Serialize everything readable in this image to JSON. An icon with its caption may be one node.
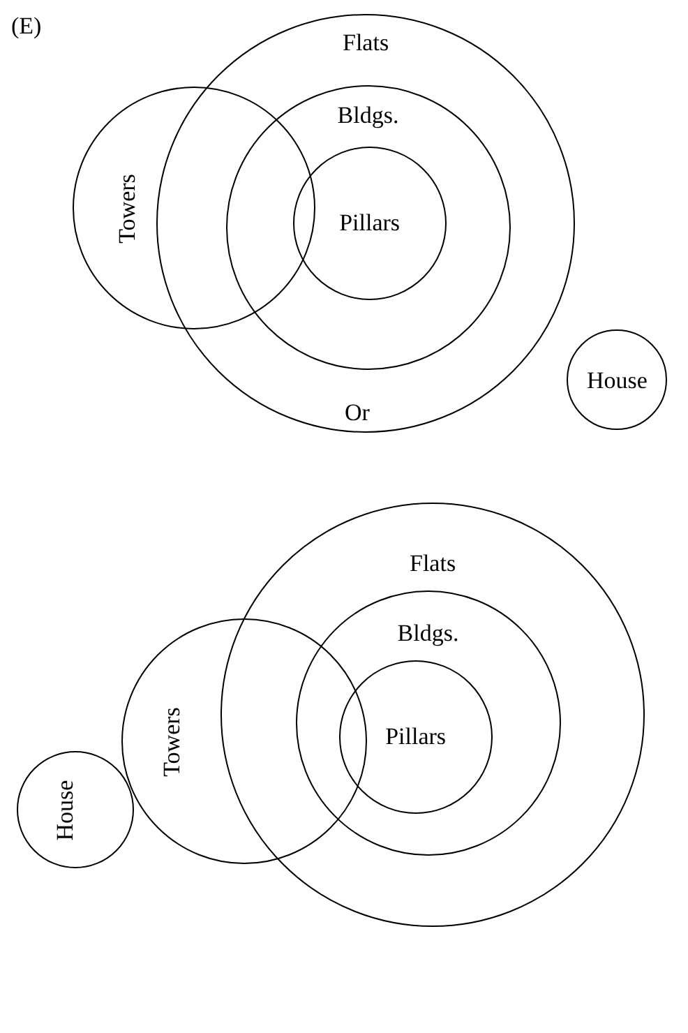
{
  "diagram": {
    "nodes": [
      {
        "text": [
          "Flats"
        ]
      },
      {
        "text": [
          "Bldgs."
        ],
        "in": 0
      },
      {
        "text": [
          "Pillars"
        ],
        "in": 1
      },
      {
        "text": [
          "Towers"
        ]
      },
      {
        "text": [
          "House"
        ]
      },
      {
        "text": [
          "Flats"
        ]
      },
      {
        "text": [
          "Bldgs."
        ],
        "in": 5
      },
      {
        "text": [
          "Pillars"
        ],
        "in": 6
      },
      {
        "text": [
          "House"
        ]
      },
      {
        "text": [
          "Towers"
        ]
      }
    ],
    "labels": [
      "(E)",
      "Or"
    ]
  }
}
